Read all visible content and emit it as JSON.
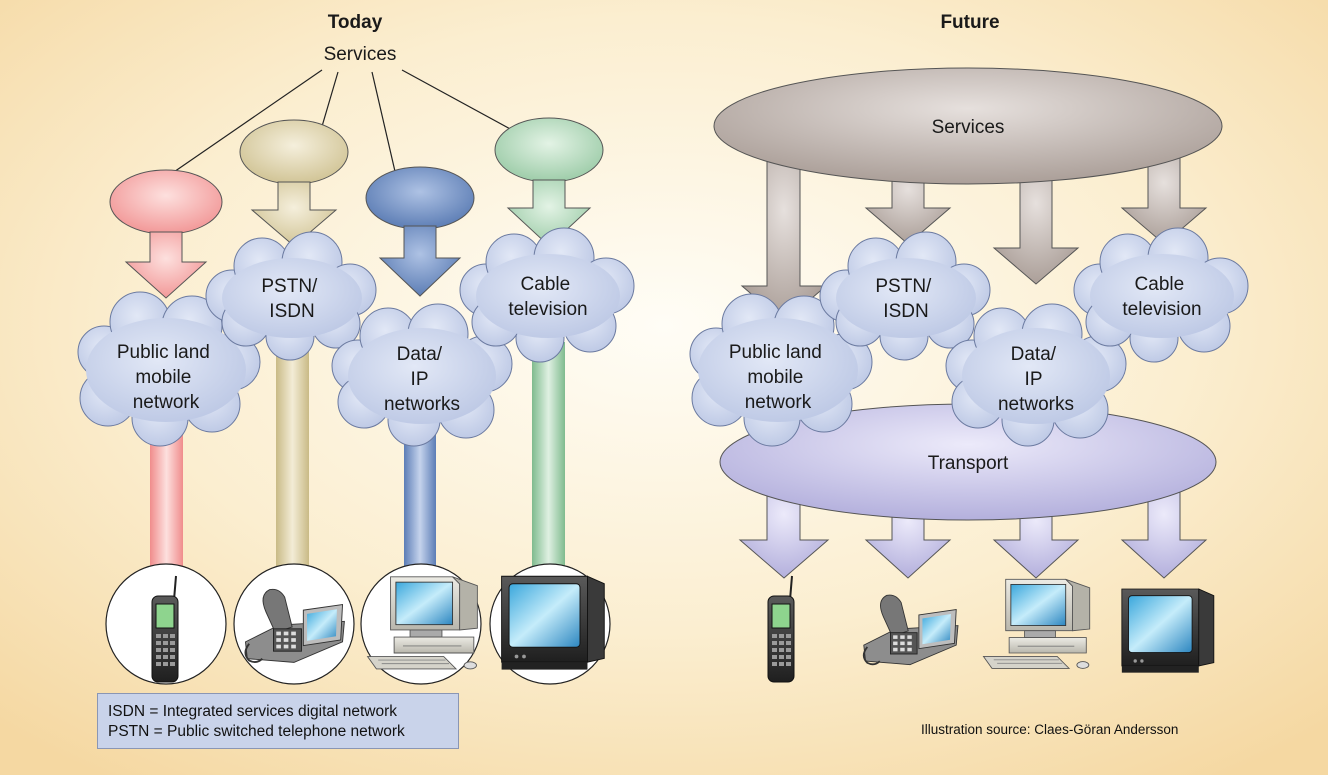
{
  "today": {
    "title": "Today",
    "services_label": "Services",
    "networks": {
      "plmn": [
        "Public land",
        "mobile",
        "network"
      ],
      "pstn": [
        "PSTN/",
        "ISDN"
      ],
      "data": [
        "Data/",
        "IP",
        "networks"
      ],
      "cable": [
        "Cable",
        "television"
      ]
    }
  },
  "future": {
    "title": "Future",
    "services_label": "Services",
    "transport_label": "Transport",
    "networks": {
      "plmn": [
        "Public land",
        "mobile",
        "network"
      ],
      "pstn": [
        "PSTN/",
        "ISDN"
      ],
      "data": [
        "Data/",
        "IP",
        "networks"
      ],
      "cable": [
        "Cable",
        "television"
      ]
    }
  },
  "legend": {
    "isdn": "ISDN = Integrated services digital network",
    "pstn": "PSTN = Public switched telephone network"
  },
  "source": "Illustration source: Claes-Göran Andersson",
  "colors": {
    "background_warm": "#f6dcaa",
    "cloud": "#c7d1ea",
    "mobile": "#f6a8a8",
    "pstn": "#d8cca0",
    "data": "#6f8fc2",
    "cable": "#a9d4b4",
    "future_services": "#b1a59f",
    "future_transport": "#b6b3df"
  },
  "icons": [
    "mobile-phone-icon",
    "desk-telephone-icon",
    "desktop-computer-icon",
    "television-icon"
  ]
}
